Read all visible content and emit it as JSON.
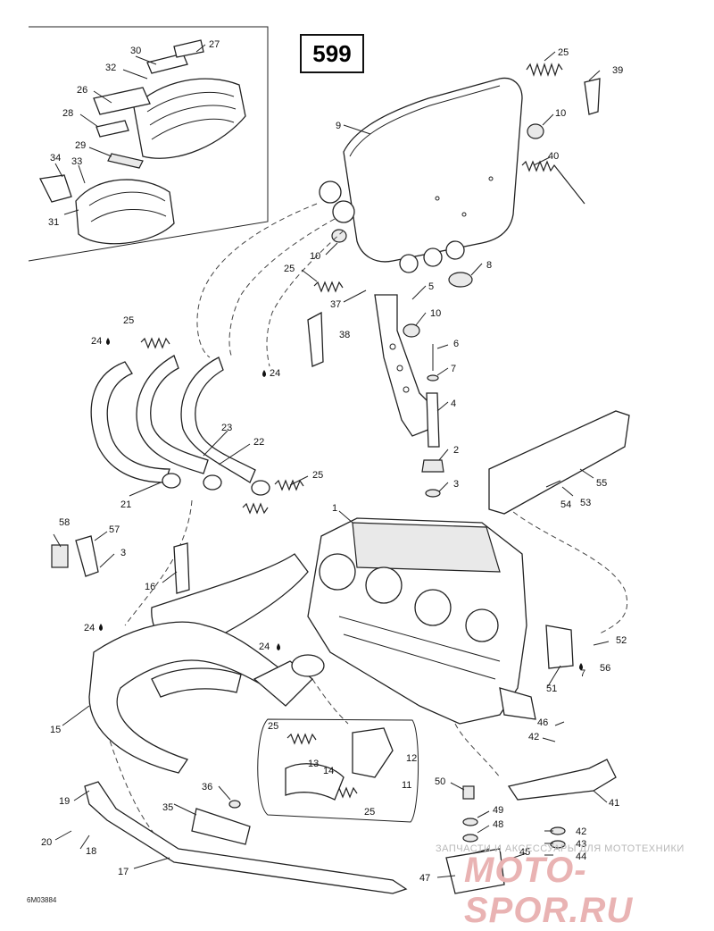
{
  "diagram_number": "599",
  "drawing_code": "6M03884",
  "watermark": {
    "line": "ЗАПЧАСТИ И АКСЕССУАРЫ ДЛЯ МОТОТЕХНИКИ",
    "logo": "MOTO-SPOR.RU"
  },
  "callouts": {
    "c1": "1",
    "c2": "2",
    "c3a": "3",
    "c3b": "3",
    "c4": "4",
    "c5": "5",
    "c6": "6",
    "c7a": "7",
    "c7b": "7",
    "c8": "8",
    "c9": "9",
    "c10a": "10",
    "c10b": "10",
    "c10c": "10",
    "c11": "11",
    "c12": "12",
    "c13": "13",
    "c14": "14",
    "c15": "15",
    "c16": "16",
    "c17": "17",
    "c18": "18",
    "c19": "19",
    "c20": "20",
    "c21": "21",
    "c22": "22",
    "c23": "23",
    "c24a": "24",
    "c24b": "24",
    "c24c": "24",
    "c24d": "24",
    "c25a": "25",
    "c25b": "25",
    "c25c": "25",
    "c25d": "25",
    "c25e": "25",
    "c25f": "25",
    "c26": "26",
    "c27": "27",
    "c28": "28",
    "c29": "29",
    "c30": "30",
    "c31": "31",
    "c32": "32",
    "c33": "33",
    "c34": "34",
    "c35": "35",
    "c36": "36",
    "c37": "37",
    "c38": "38",
    "c39": "39",
    "c40": "40",
    "c41": "41",
    "c42a": "42",
    "c42b": "42",
    "c43": "43",
    "c44": "44",
    "c45": "45",
    "c46": "46",
    "c47": "47",
    "c48": "48",
    "c49": "49",
    "c50": "50",
    "c51": "51",
    "c52": "52",
    "c53": "53",
    "c54": "54",
    "c55": "55",
    "c56": "56",
    "c57": "57",
    "c58": "58"
  }
}
